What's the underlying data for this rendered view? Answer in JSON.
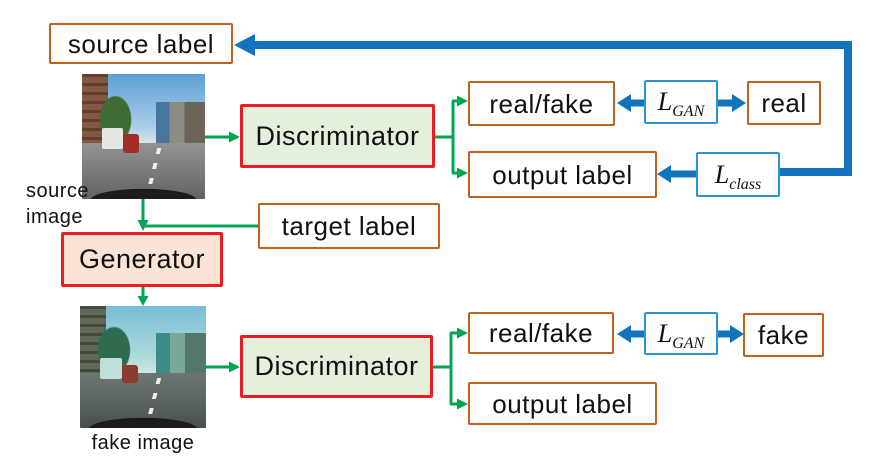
{
  "labels": {
    "source_label": "source label",
    "discriminator_top": "Discriminator",
    "discriminator_bottom": "Discriminator",
    "generator": "Generator",
    "target_label": "target label",
    "real_fake_top": "real/fake",
    "real_fake_bottom": "real/fake",
    "output_label_top": "output label",
    "output_label_bottom": "output label",
    "real": "real",
    "fake": "fake"
  },
  "losses": {
    "gan_top": {
      "base": "L",
      "sub": "GAN"
    },
    "gan_bottom": {
      "base": "L",
      "sub": "GAN"
    },
    "class_loss": {
      "base": "L",
      "sub": "class"
    }
  },
  "captions": {
    "source_image_line1": "source",
    "source_image_line2": "image",
    "fake_image": "fake image"
  },
  "colors": {
    "label_box_border": "#C0611F",
    "model_box_border": "#EC1C24",
    "discriminator_fill": "#E4EFDC",
    "generator_fill": "#FBE3D6",
    "loss_box_border": "#2E95D3",
    "loss_arrow_blue": "#1274BE",
    "flow_arrow_green": "#00A651"
  }
}
